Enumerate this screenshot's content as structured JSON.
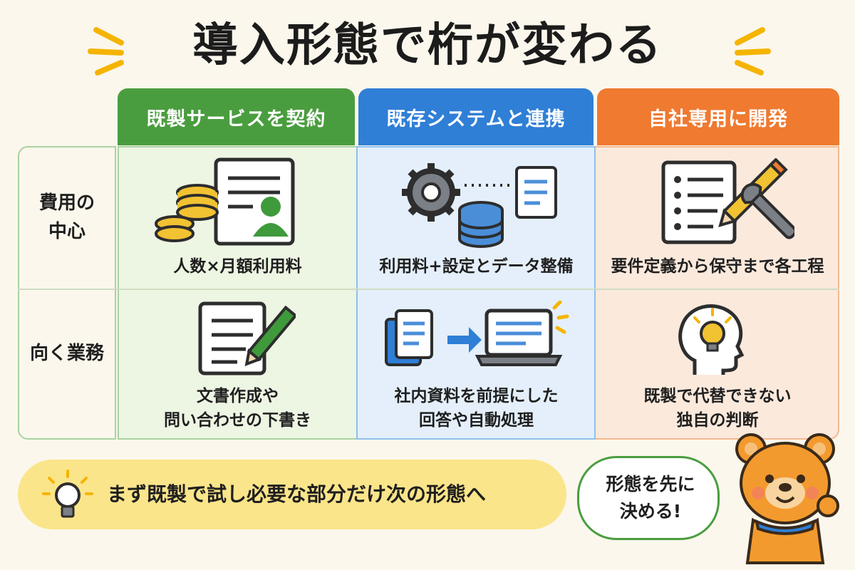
{
  "title": "導入形態で桁が変わる",
  "columns": [
    {
      "label": "既製サービスを契約",
      "color": "#4a9d3f"
    },
    {
      "label": "既存システムと連携",
      "color": "#2f7fd6"
    },
    {
      "label": "自社専用に開発",
      "color": "#ef7a30"
    }
  ],
  "rows": [
    {
      "label_line1": "費用の",
      "label_line2": "中心"
    },
    {
      "label_line1": "向く業務",
      "label_line2": ""
    }
  ],
  "cells": {
    "cost": [
      "人数×月額利用料",
      "利用料+設定とデータ整備",
      "要件定義から保守まで各工程"
    ],
    "fit": [
      {
        "line1": "文書作成や",
        "line2": "問い合わせの下書き"
      },
      {
        "line1": "社内資料を前提にした",
        "line2": "回答や自動処理"
      },
      {
        "line1": "既製で代替できない",
        "line2": "独自の判断"
      }
    ]
  },
  "tip": "まず既製で試し必要な部分だけ次の形態へ",
  "bubble": {
    "line1": "形態を先に",
    "line2": "決める!"
  },
  "icons": [
    "coins-document-person-icon",
    "gear-database-document-icon",
    "checklist-pencil-wrench-icon",
    "document-pencil-icon",
    "documents-arrow-laptop-icon",
    "head-lightbulb-icon",
    "lightbulb-icon",
    "bear-mascot-icon"
  ]
}
